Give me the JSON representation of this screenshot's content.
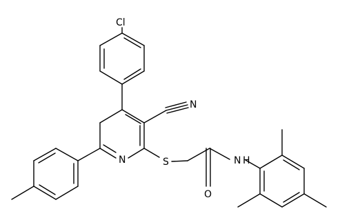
{
  "molecule": {
    "atom_labels": {
      "chlorine": "Cl",
      "nitrogen_nitrile": "N",
      "nitrogen_pyridine": "N",
      "sulfur": "S",
      "nitrogen_amide": "N",
      "hydrogen_amide": "H",
      "oxygen": "O"
    }
  }
}
